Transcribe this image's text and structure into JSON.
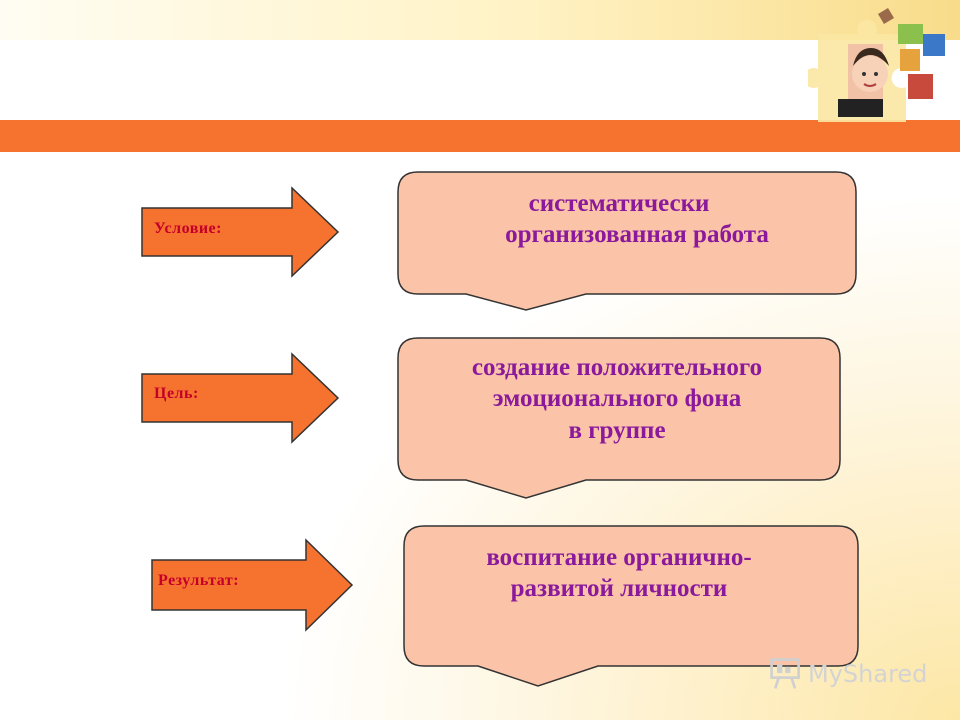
{
  "rows": [
    {
      "label": "Условие:",
      "text_lines": [
        "систематически",
        "организованная работа"
      ]
    },
    {
      "label": "Цель:",
      "text_lines": [
        "создание положительного",
        "эмоционального фона",
        "в группе"
      ]
    },
    {
      "label": "Результат:",
      "text_lines": [
        "воспитание органично-",
        "развитой личности"
      ]
    }
  ],
  "watermark": {
    "text": "MyShared"
  },
  "colors": {
    "orange_bar": "#f6722f",
    "arrow_fill": "#f6722f",
    "callout_fill": "#fbc4a8",
    "label_text": "#c4002a",
    "callout_text": "#8a1a9b"
  }
}
